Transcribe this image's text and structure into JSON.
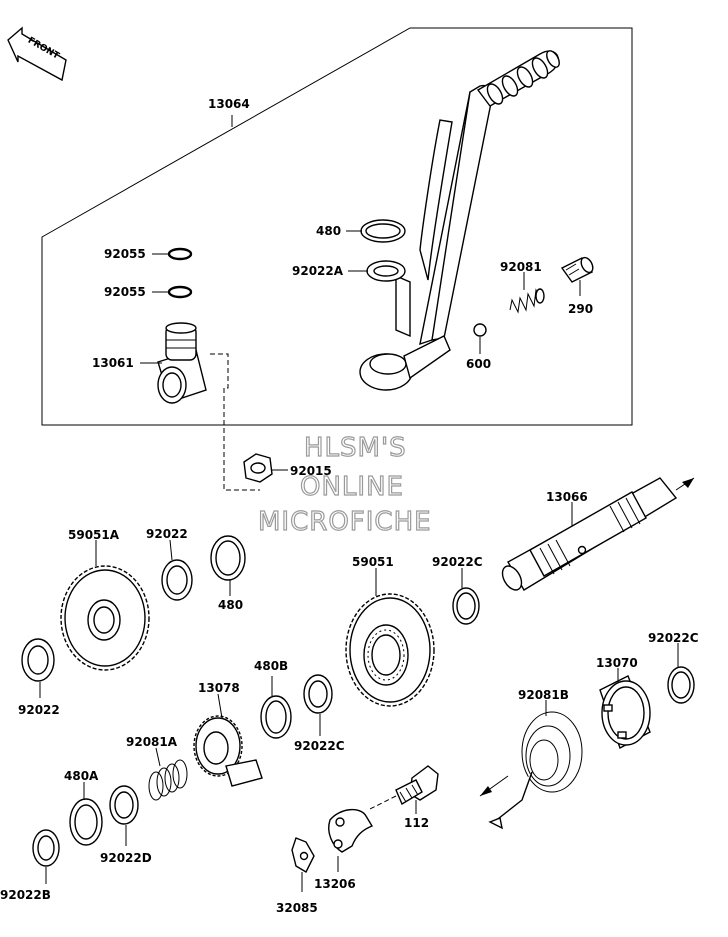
{
  "front_badge": {
    "text": "FRONT"
  },
  "watermark": {
    "line1": "HLSM'S",
    "line2": "ONLINE",
    "line3": "MICROFICHE"
  },
  "callouts": {
    "c13064": "13064",
    "c480_top": "480",
    "c92022A": "92022A",
    "c92055_1": "92055",
    "c92055_2": "92055",
    "c92081": "92081",
    "c290": "290",
    "c600": "600",
    "c13061": "13061",
    "c92015": "92015",
    "c13066": "13066",
    "c59051A": "59051A",
    "c92022_top": "92022",
    "c480_mid": "480",
    "c59051": "59051",
    "c92022C_mid": "92022C",
    "c92022C_right": "92022C",
    "c92022_left": "92022",
    "c13078": "13078",
    "c480B": "480B",
    "c92022C_low": "92022C",
    "c92081B": "92081B",
    "c13070": "13070",
    "c92081A": "92081A",
    "c480A": "480A",
    "c92022D": "92022D",
    "c92022B": "92022B",
    "c112": "112",
    "c13206": "13206",
    "c32085": "32085"
  }
}
